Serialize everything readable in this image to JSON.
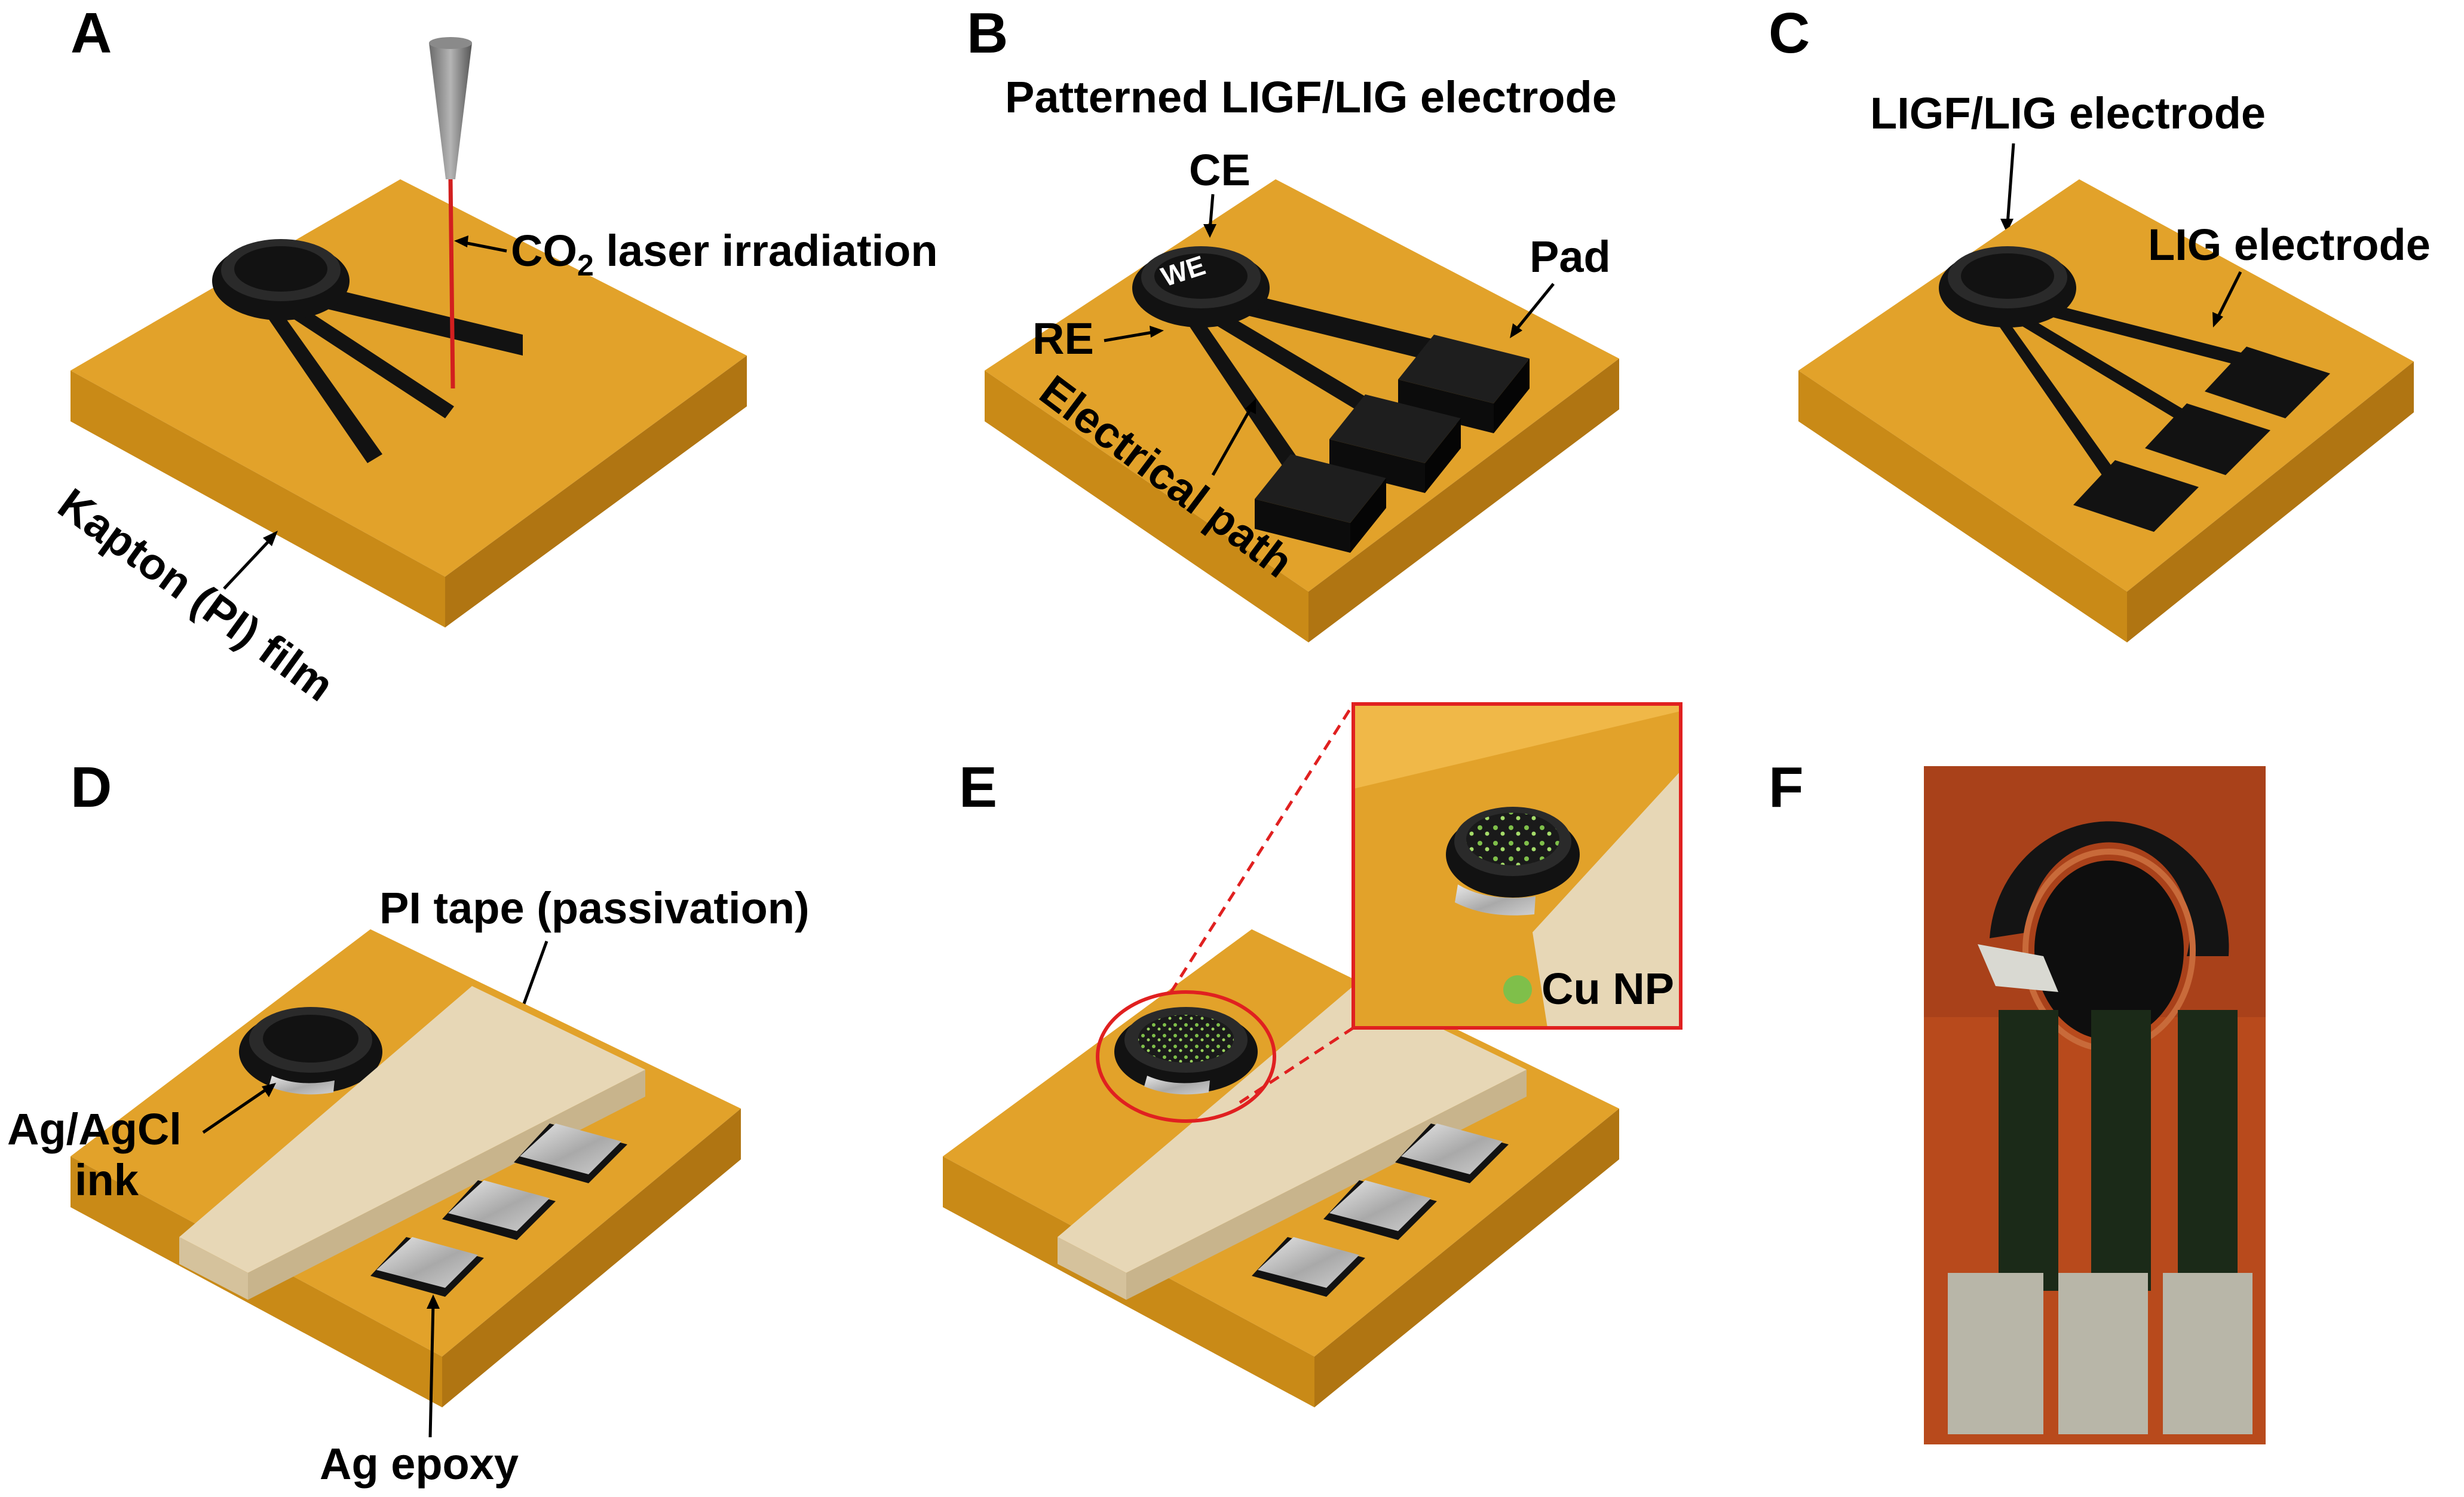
{
  "panels": {
    "a": {
      "letter": "A",
      "laser_label_prefix": "CO",
      "laser_label_sub": "2",
      "laser_label_suffix": " laser irradiation",
      "film_label": "Kapton (PI) film"
    },
    "b": {
      "letter": "B",
      "title": "Patterned LIGF/LIG electrode",
      "ce": "CE",
      "we": "WE",
      "re": "RE",
      "pad": "Pad",
      "path": "Electrical path"
    },
    "c": {
      "letter": "C",
      "ligf": "LIGF/LIG electrode",
      "lig": "LIG electrode"
    },
    "d": {
      "letter": "D",
      "tape": "PI tape (passivation)",
      "ink_line1": "Ag/AgCl",
      "ink_line2": "ink",
      "epoxy": "Ag epoxy"
    },
    "e": {
      "letter": "E",
      "cu": "Cu NP"
    },
    "f": {
      "letter": "F"
    }
  },
  "colors": {
    "kapton_top": "#e2a22a",
    "kapton_left": "#c98a17",
    "kapton_right": "#b07512",
    "electrode": "#121212",
    "laser": "#d21f1f",
    "tape": "#e7d7b6",
    "silver": "#b9b9b9",
    "cu_np": "#7fbf4a",
    "zoom_box": "#e02020",
    "photo_bg": "#b84a1c"
  }
}
